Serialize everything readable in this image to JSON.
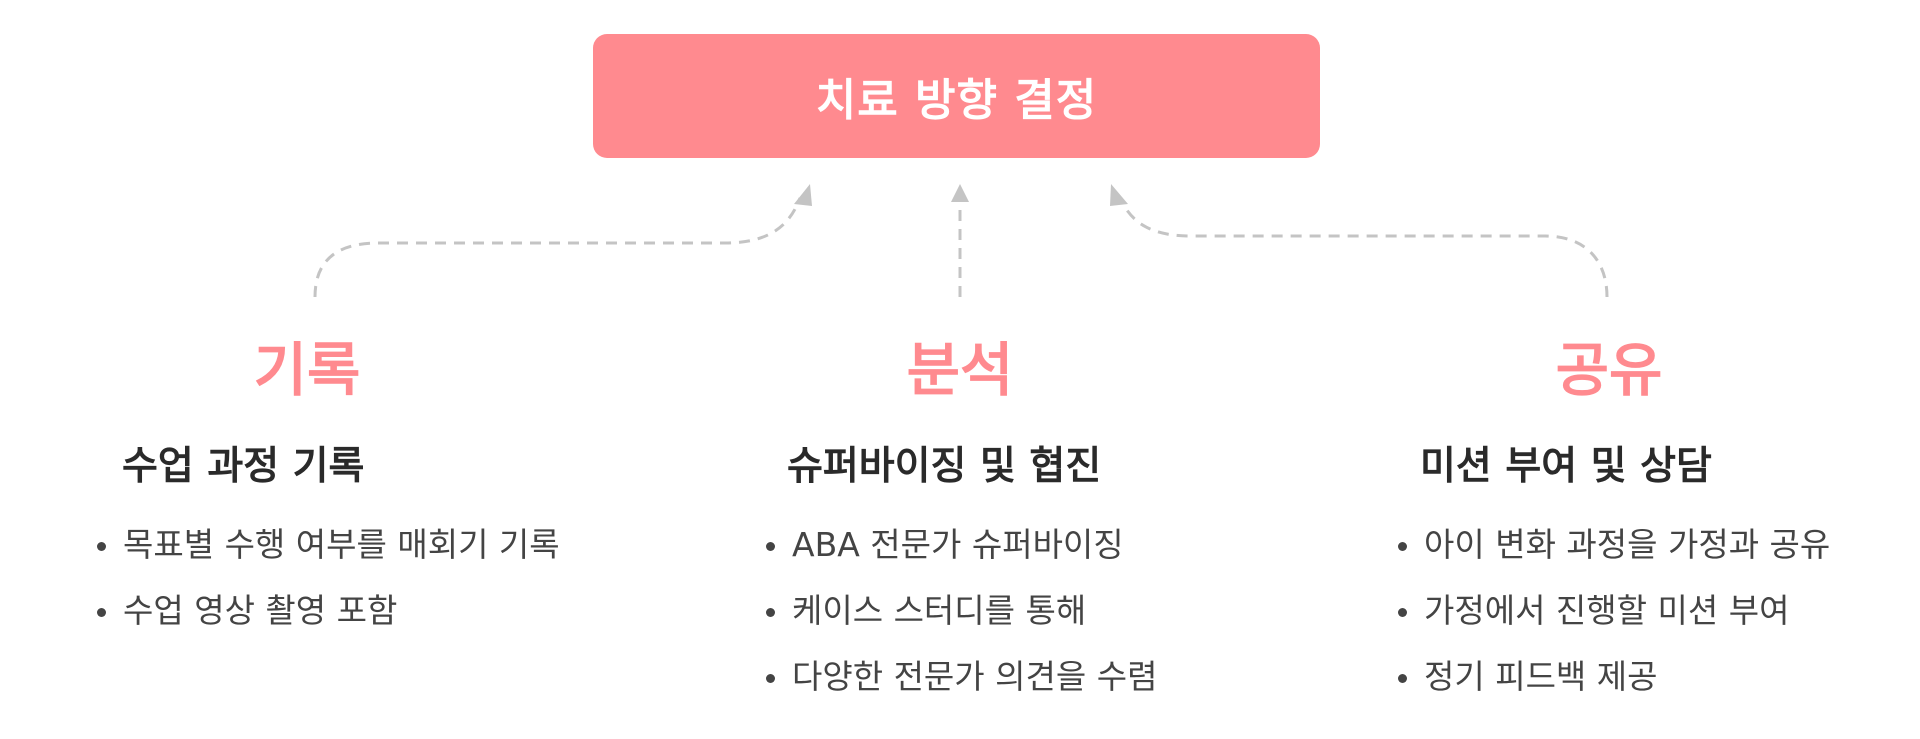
{
  "top_box": {
    "title": "치료 방향 결정"
  },
  "columns": [
    {
      "heading": "기록",
      "subtitle": "수업 과정 기록",
      "bullets": [
        "목표별 수행 여부를 매회기 기록",
        "수업 영상 촬영 포함"
      ]
    },
    {
      "heading": "분석",
      "subtitle": "슈퍼바이징 및 협진",
      "bullets": [
        "ABA 전문가 슈퍼바이징",
        "케이스 스터디를 통해",
        "다양한 전문가 의견을 수렴"
      ]
    },
    {
      "heading": "공유",
      "subtitle": "미션 부여 및 상담",
      "bullets": [
        "아이 변화 과정을 가정과 공유",
        "가정에서 진행할 미션 부여",
        "정기 피드백 제공"
      ]
    }
  ],
  "colors": {
    "accent": "#ff8a8f",
    "connector": "#c4c4c4",
    "subtitle": "#2a2a2a",
    "body_text": "#444444"
  }
}
